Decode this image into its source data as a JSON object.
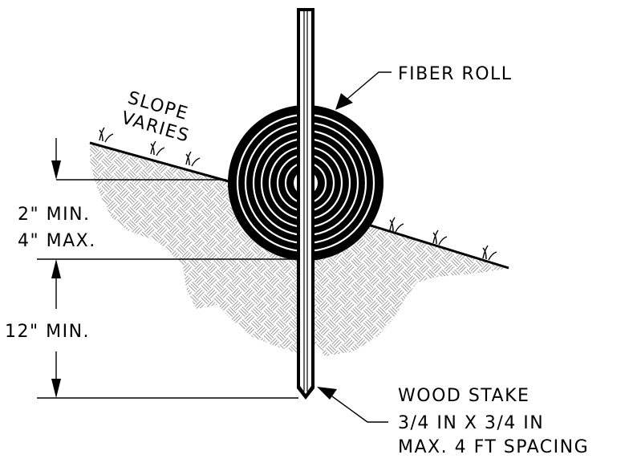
{
  "labels": {
    "fiber_roll": "FIBER ROLL",
    "slope_line1": "SLOPE",
    "slope_line2": "VARIES",
    "depth_min": "2\" MIN.",
    "depth_max": "4\" MAX.",
    "embed_min": "12\" MIN.",
    "stake_title": "WOOD STAKE",
    "stake_size": "3/4 IN X 3/4 IN",
    "stake_spacing": "MAX. 4 FT SPACING"
  },
  "colors": {
    "line": "#000000",
    "hatch": "#9a9a9a",
    "background": "#ffffff"
  }
}
